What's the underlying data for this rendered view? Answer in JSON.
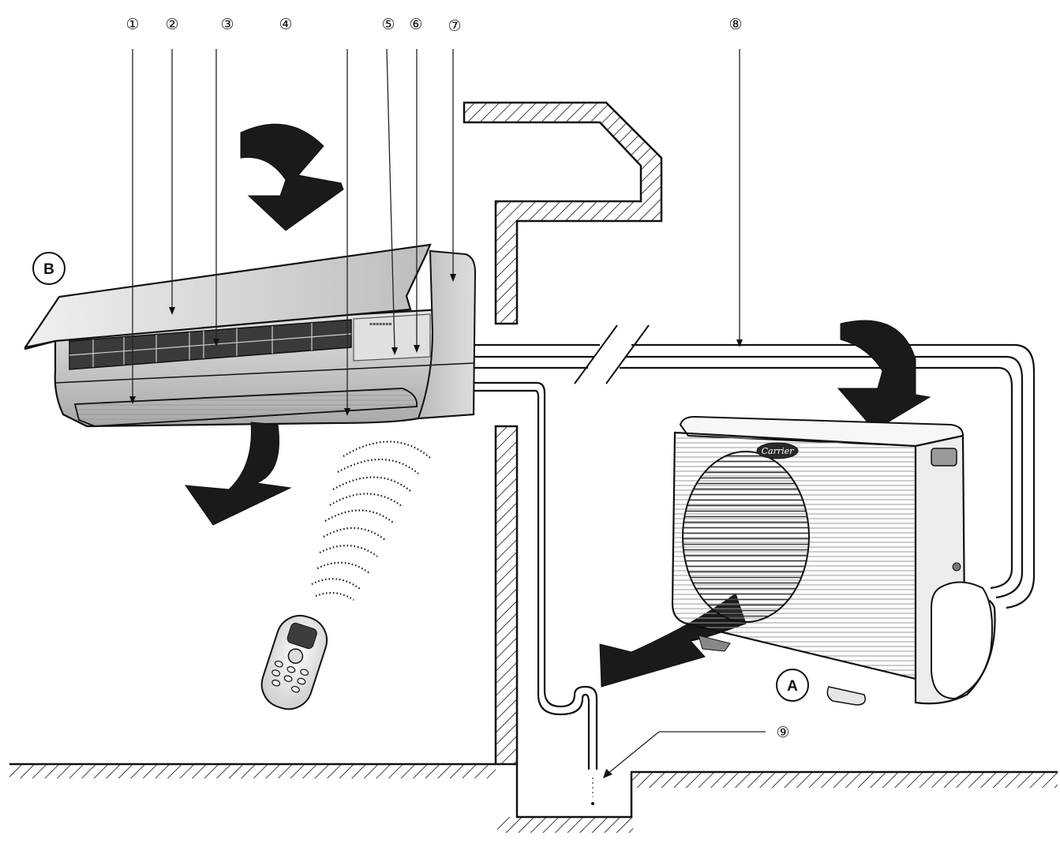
{
  "diagram": {
    "callouts": [
      "①",
      "②",
      "③",
      "④",
      "⑤",
      "⑥",
      "⑦",
      "⑧",
      "⑨"
    ],
    "indoor_unit_badge": "B",
    "outdoor_unit_badge": "A",
    "brand_logo": "Carrier",
    "colors": {
      "ink": "#111111",
      "unit_body": "#d2d2d2",
      "unit_shade": "#a9a9a9",
      "panel": "#e6e6e6",
      "outdoor_body": "#f3f3f3",
      "arrow": "#1a1a1a"
    }
  }
}
